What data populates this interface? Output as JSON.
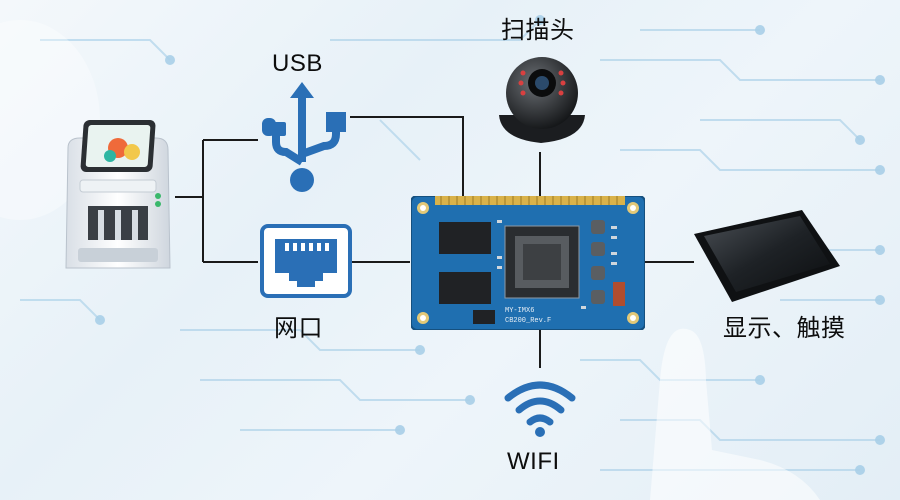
{
  "labels": {
    "camera": "扫描头",
    "usb": "USB",
    "network": "网口",
    "display": "显示、触摸",
    "wifi": "WIFI"
  },
  "board_silkscreen": {
    "line1": "MY-IMX6",
    "line2": "CB200_Rev.F"
  },
  "colors": {
    "usb_blue": "#2a6fb6",
    "eth_blue": "#2a6fb6",
    "wifi_blue": "#2a6fb6",
    "pcb_blue": "#1f6fb0",
    "line": "#1a1a1a",
    "circuit": "#b9d8ec"
  }
}
